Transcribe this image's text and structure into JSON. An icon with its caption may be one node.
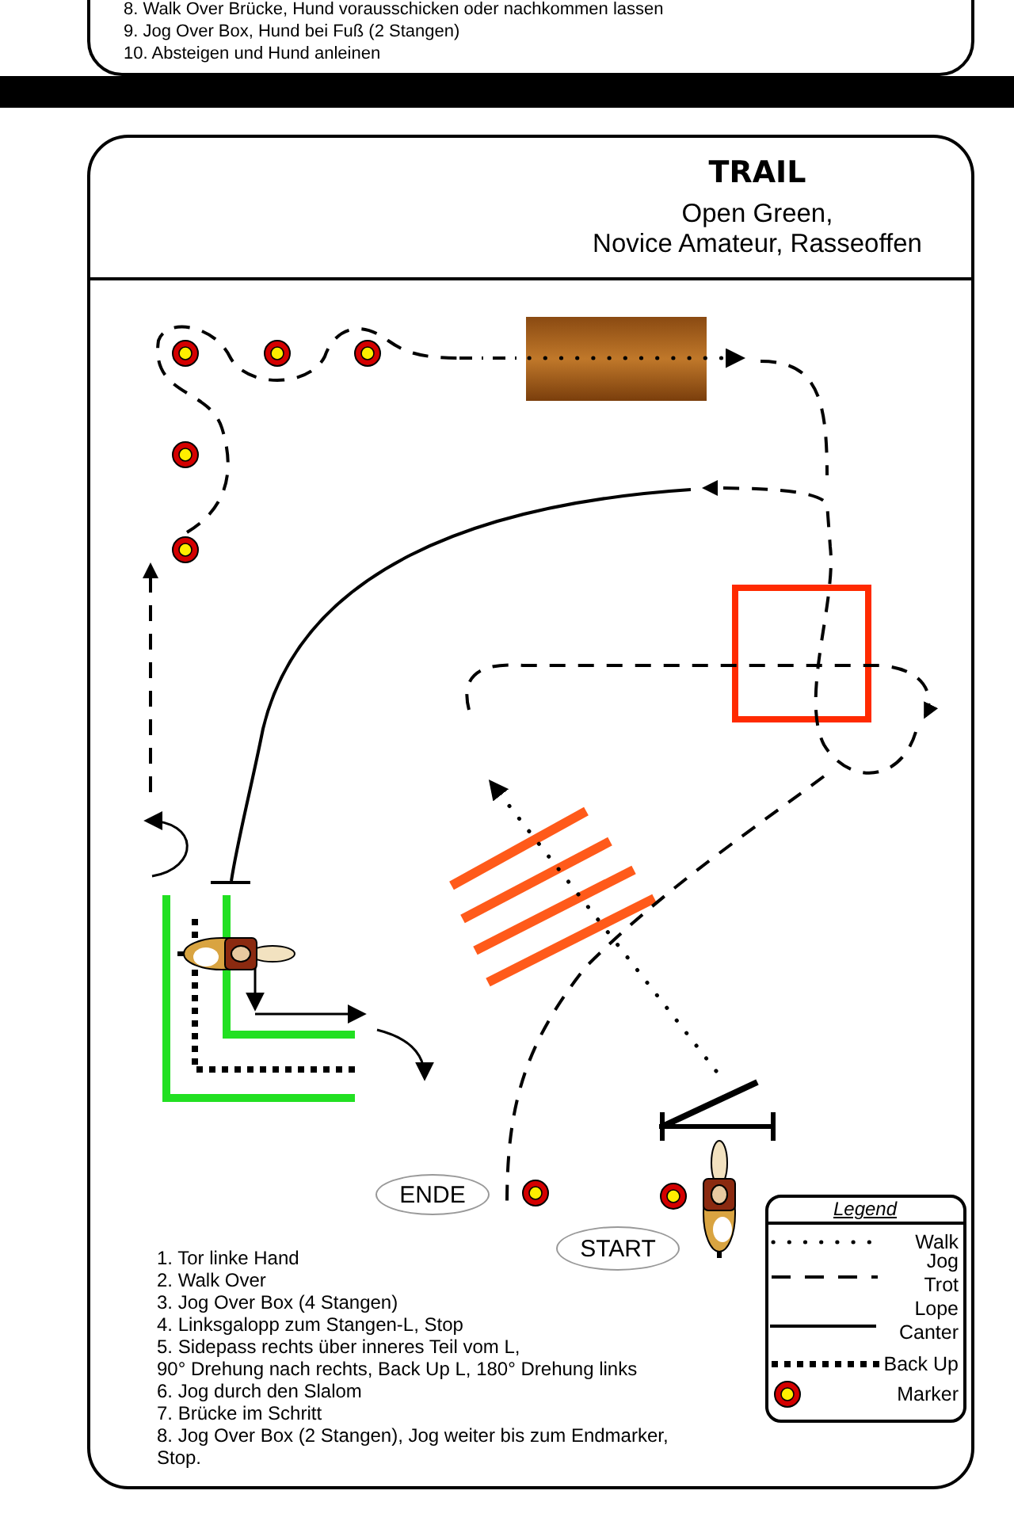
{
  "diagram": {
    "title": "TRAIL",
    "nodes": [
      {
        "text": [
          "ENDE"
        ]
      },
      {
        "text": [
          "START"
        ]
      }
    ],
    "labels": [
      "8. Walk Over Brücke, Hund vorausschicken oder nachkommen lassen",
      "9. Jog Over Box, Hund bei Fuß (2 Stangen)",
      "10. Absteigen und Hund anleinen",
      "Open Green, Novice Amateur, Rasseoffen",
      "1. Tor linke Hand",
      "2. Walk Over",
      "3. Jog Over Box (4 Stangen)",
      "4. Linksgalopp zum Stangen-L, Stop",
      "5. Sidepass rechts über inneres Teil vom L, 90° Drehung nach rechts, Back Up L, 180° Drehung links",
      "6. Jog durch den Slalom",
      "7. Brücke im Schritt",
      "8. Jog Over Box (2 Stangen), Jog weiter bis zum Endmarker, Stop.",
      "Legend"
    ],
    "legend": [
      {
        "text": "Walk"
      },
      {
        "text": "Jog Trot"
      },
      {
        "text": "Lope Canter"
      },
      {
        "text": "Back Up"
      },
      {
        "text": "Marker"
      }
    ]
  }
}
